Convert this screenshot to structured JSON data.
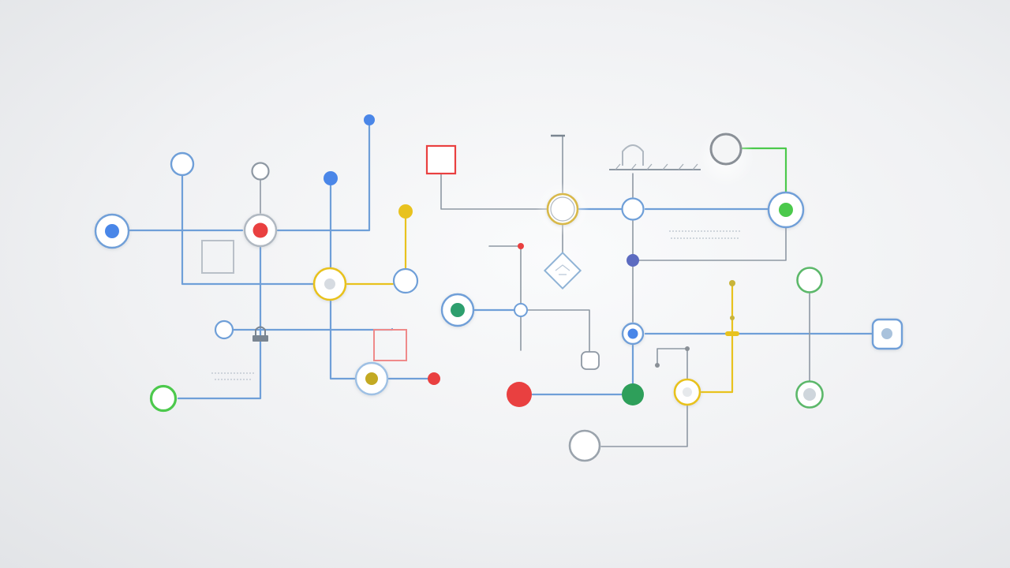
{
  "diagram": {
    "type": "abstract-network",
    "colors": {
      "background": "#eef0f2",
      "blue": "#4a86e8",
      "blue_line": "#6f9fd8",
      "red": "#e94040",
      "yellow": "#e8c21e",
      "green": "#34a853",
      "bright_green": "#4cc94c",
      "indigo": "#5c6bc0",
      "gray": "#8a9097",
      "gray_line": "#8e98a3",
      "pale_blue": "#a9c2dc"
    },
    "node_kinds": [
      "filled-dot",
      "ring",
      "ring-with-dot",
      "square-outline",
      "diamond-outline",
      "rounded-square"
    ],
    "legend": null,
    "labels": []
  }
}
